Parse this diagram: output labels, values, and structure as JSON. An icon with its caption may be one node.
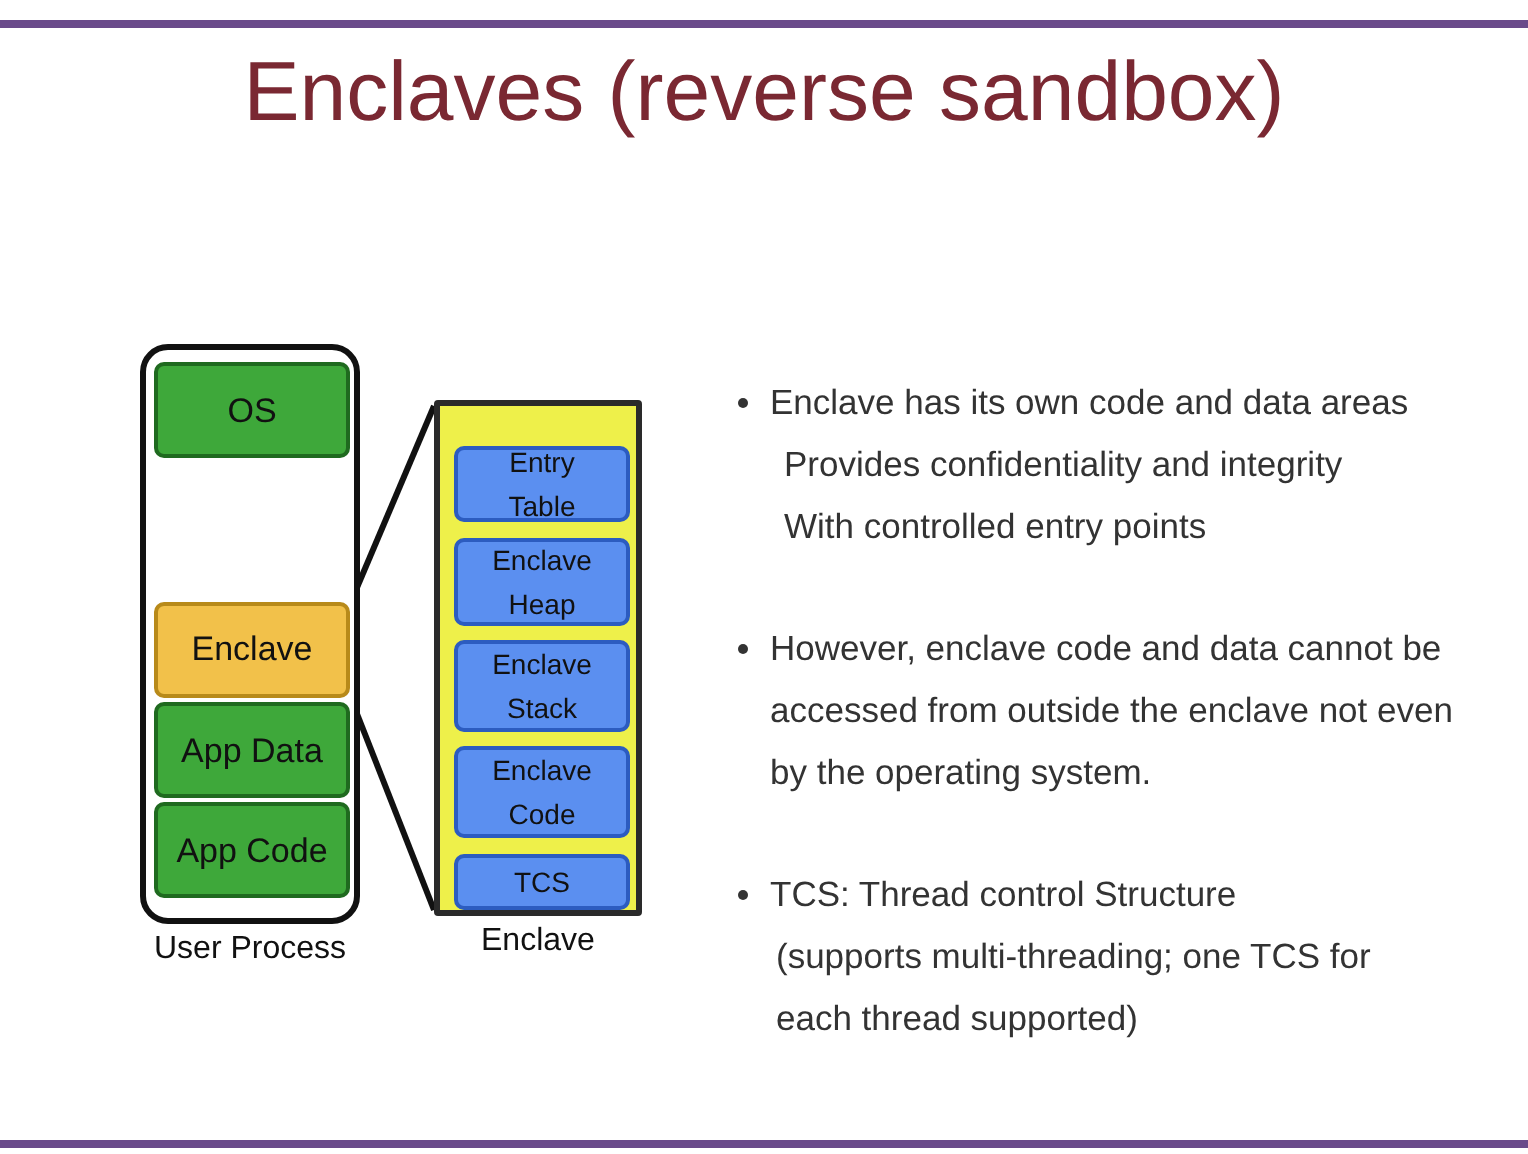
{
  "diagram": {
    "title": "Enclaves (reverse sandbox)",
    "nodes": [
      {
        "text": [
          "User Process"
        ]
      },
      {
        "text": [
          "OS"
        ],
        "in": 0
      },
      {
        "text": [
          "Enclave"
        ],
        "in": 0
      },
      {
        "text": [
          "App Data"
        ],
        "in": 0
      },
      {
        "text": [
          "App Code"
        ],
        "in": 0
      },
      {
        "text": [
          "Enclave"
        ]
      },
      {
        "text": [
          "Entry Table"
        ],
        "in": 5
      },
      {
        "text": [
          "Enclave Heap"
        ],
        "in": 5
      },
      {
        "text": [
          "Enclave Stack"
        ],
        "in": 5
      },
      {
        "text": [
          "Enclave Code"
        ],
        "in": 5
      },
      {
        "text": [
          "TCS"
        ],
        "in": 5
      }
    ],
    "edges": [
      {
        "from": 2,
        "to": 5,
        "arrow": "none"
      },
      {
        "from": 2,
        "to": 5,
        "arrow": "none"
      }
    ],
    "labels": [
      "Enclave has its own code and data areas",
      "Provides confidentiality and integrity",
      "With controlled entry points",
      "However, enclave code and data cannot be accessed from outside the enclave not even by the operating system.",
      "TCS: Thread control Structure",
      "(supports multi-threading; one TCS for each thread supported)"
    ]
  }
}
